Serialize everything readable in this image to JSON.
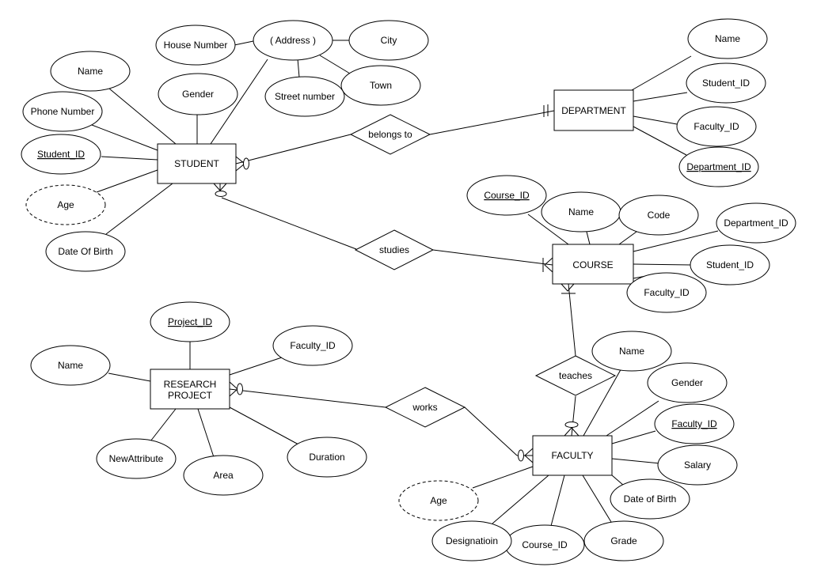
{
  "entities": {
    "student": "STUDENT",
    "department": "DEPARTMENT",
    "course": "COURSE",
    "research_project": [
      "RESEARCH",
      "PROJECT"
    ],
    "faculty": "FACULTY"
  },
  "relationships": {
    "belongs_to": "belongs to",
    "studies": "studies",
    "teaches": "teaches",
    "works": "works"
  },
  "attributes": {
    "student": {
      "name": "Name",
      "phone": "Phone Number",
      "student_id": "Student_ID",
      "age": "Age",
      "dob": "Date Of Birth",
      "gender": "Gender",
      "address": "( Address )",
      "house_number": "House Number",
      "city": "City",
      "town": "Town",
      "street_number": "Street number"
    },
    "department": {
      "name": "Name",
      "student_id": "Student_ID",
      "faculty_id": "Faculty_ID",
      "department_id": "Department_ID"
    },
    "course": {
      "course_id": "Course_ID",
      "name": "Name",
      "code": "Code",
      "department_id": "Department_ID",
      "student_id": "Student_ID",
      "faculty_id": "Faculty_ID"
    },
    "research_project": {
      "project_id": "Project_ID",
      "name": "Name",
      "faculty_id": "Faculty_ID",
      "new_attribute": "NewAttribute",
      "area": "Area",
      "duration": "Duration"
    },
    "faculty": {
      "name": "Name",
      "gender": "Gender",
      "faculty_id": "Faculty_ID",
      "salary": "Salary",
      "date_of_birth": "Date of Birth",
      "grade": "Grade",
      "course_id": "Course_ID",
      "designation": "Designatioin",
      "age": "Age"
    }
  }
}
